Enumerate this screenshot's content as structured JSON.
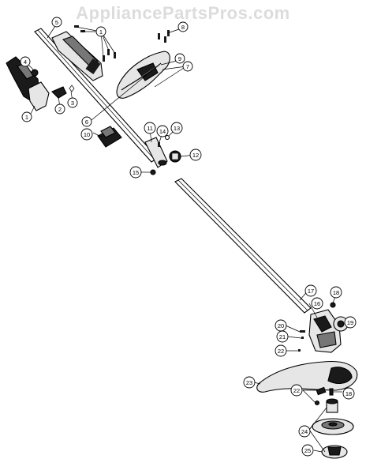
{
  "watermark": "AppliancePartsPros.com",
  "callouts": {
    "p1": "1",
    "p2": "2",
    "p3": "3",
    "p4": "4",
    "p5": "5",
    "p6": "6",
    "p7": "7",
    "p8": "8",
    "p9": "9",
    "p10": "10",
    "p11": "11",
    "p12": "12",
    "p13": "13",
    "p14": "14",
    "p15": "15",
    "p16": "16",
    "p17": "17",
    "p18": "18",
    "p19": "19",
    "p20": "20",
    "p21": "21",
    "p22": "22",
    "p23": "23",
    "p24": "24",
    "p25": "25"
  }
}
